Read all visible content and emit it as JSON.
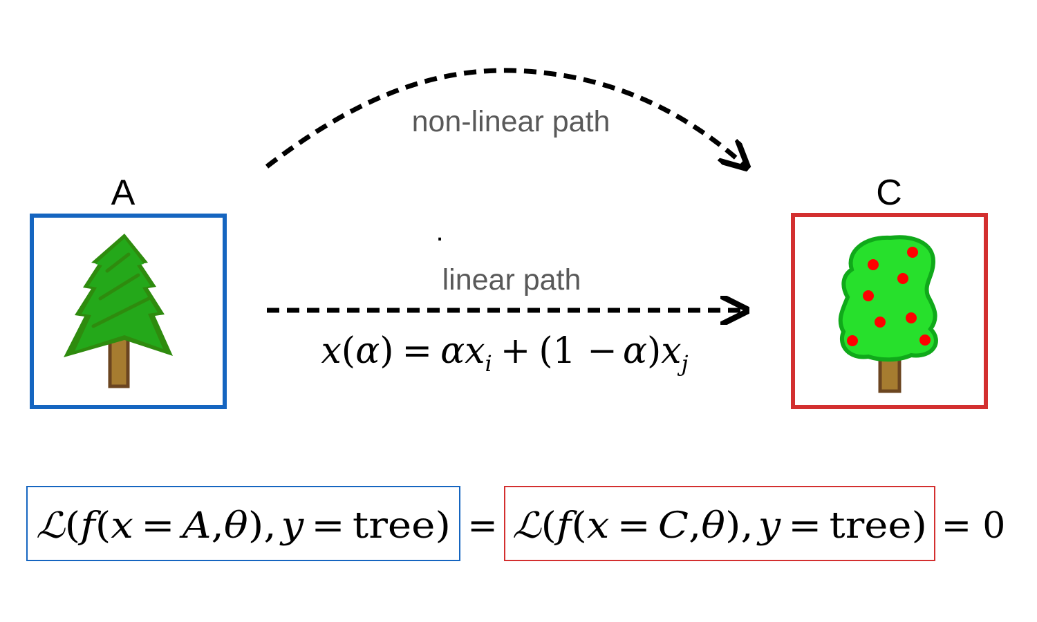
{
  "nodes": {
    "a": {
      "label": "A",
      "border_color": "#1565c0",
      "icon": "pine-tree-icon"
    },
    "c": {
      "label": "C",
      "border_color": "#d32f2f",
      "icon": "fruit-tree-icon"
    }
  },
  "paths": {
    "nonlinear_label": "non-linear path",
    "linear_label": "linear path",
    "dot": "."
  },
  "formula": {
    "x": "x",
    "alpha": "α",
    "open": "(",
    "close": ")",
    "eq": "=",
    "plus": "+",
    "one_minus": "(1 −",
    "i": "i",
    "j": "j"
  },
  "loss": {
    "script_l": "ℒ",
    "f": "f",
    "x": "x",
    "a": "A",
    "c": "C",
    "theta": "θ",
    "y": "y",
    "tree": "tree",
    "open_paren": "(",
    "close_paren": ")",
    "comma": ",",
    "eq": "=",
    "zero": "0",
    "left_border_color": "#1565c0",
    "right_border_color": "#d32f2f"
  },
  "colors": {
    "pine_dark": "#2e8b0e",
    "pine_light": "#24a81a",
    "fruit_foliage": "#27e02c",
    "fruit_outline": "#10a91a",
    "fruit_red": "#ff0000",
    "trunk": "#a67c30",
    "trunk_outline": "#6b4520",
    "label_gray": "#595959"
  }
}
